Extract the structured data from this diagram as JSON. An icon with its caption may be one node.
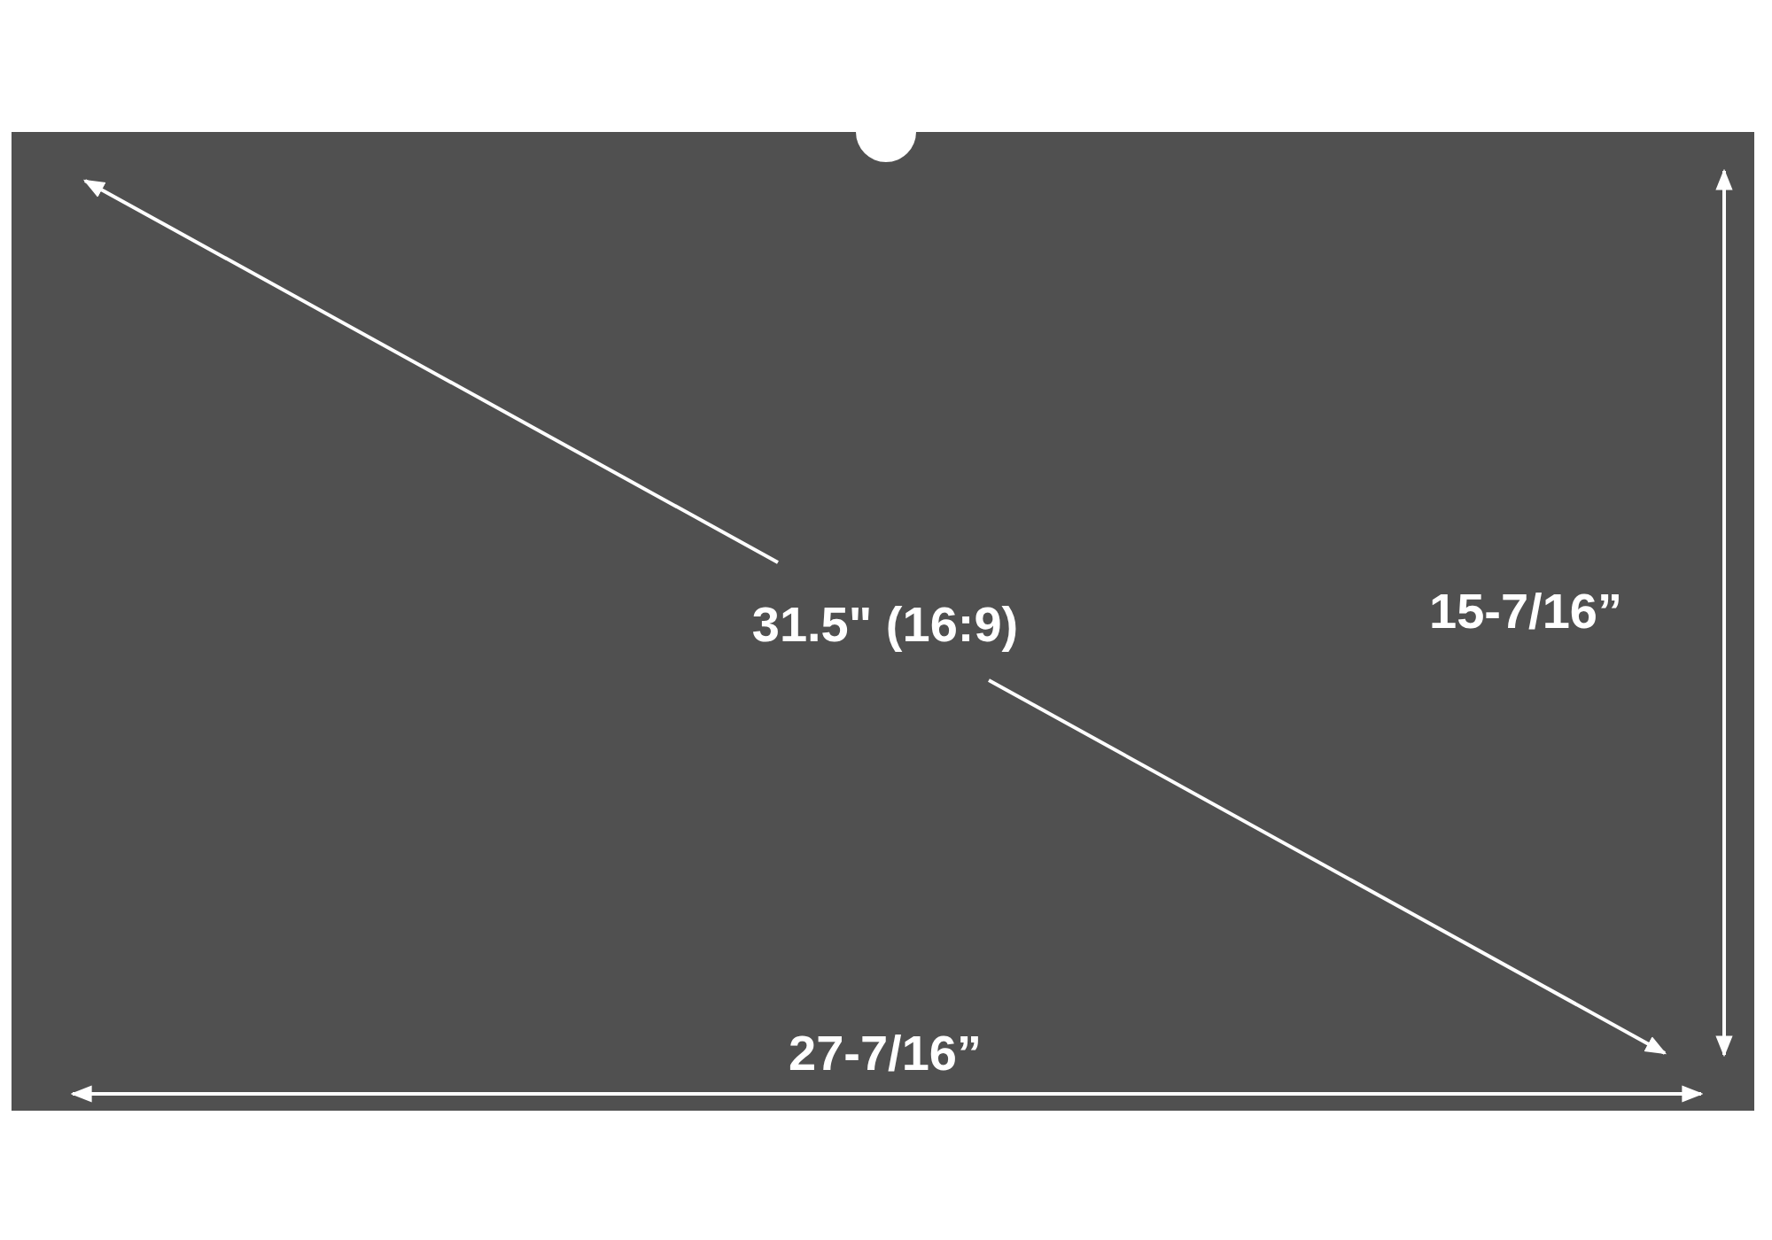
{
  "diagram": {
    "labels": [
      "31.5\" (16:9)",
      "15-7/16”",
      "27-7/16”"
    ]
  }
}
